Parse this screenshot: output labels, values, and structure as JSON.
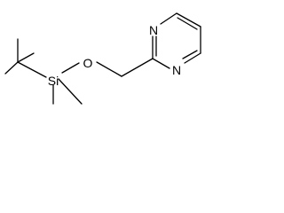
{
  "structure": {
    "atoms": [
      {
        "label": "Si"
      },
      {
        "label": "O"
      },
      {
        "label": "N"
      },
      {
        "label": "N"
      }
    ]
  }
}
